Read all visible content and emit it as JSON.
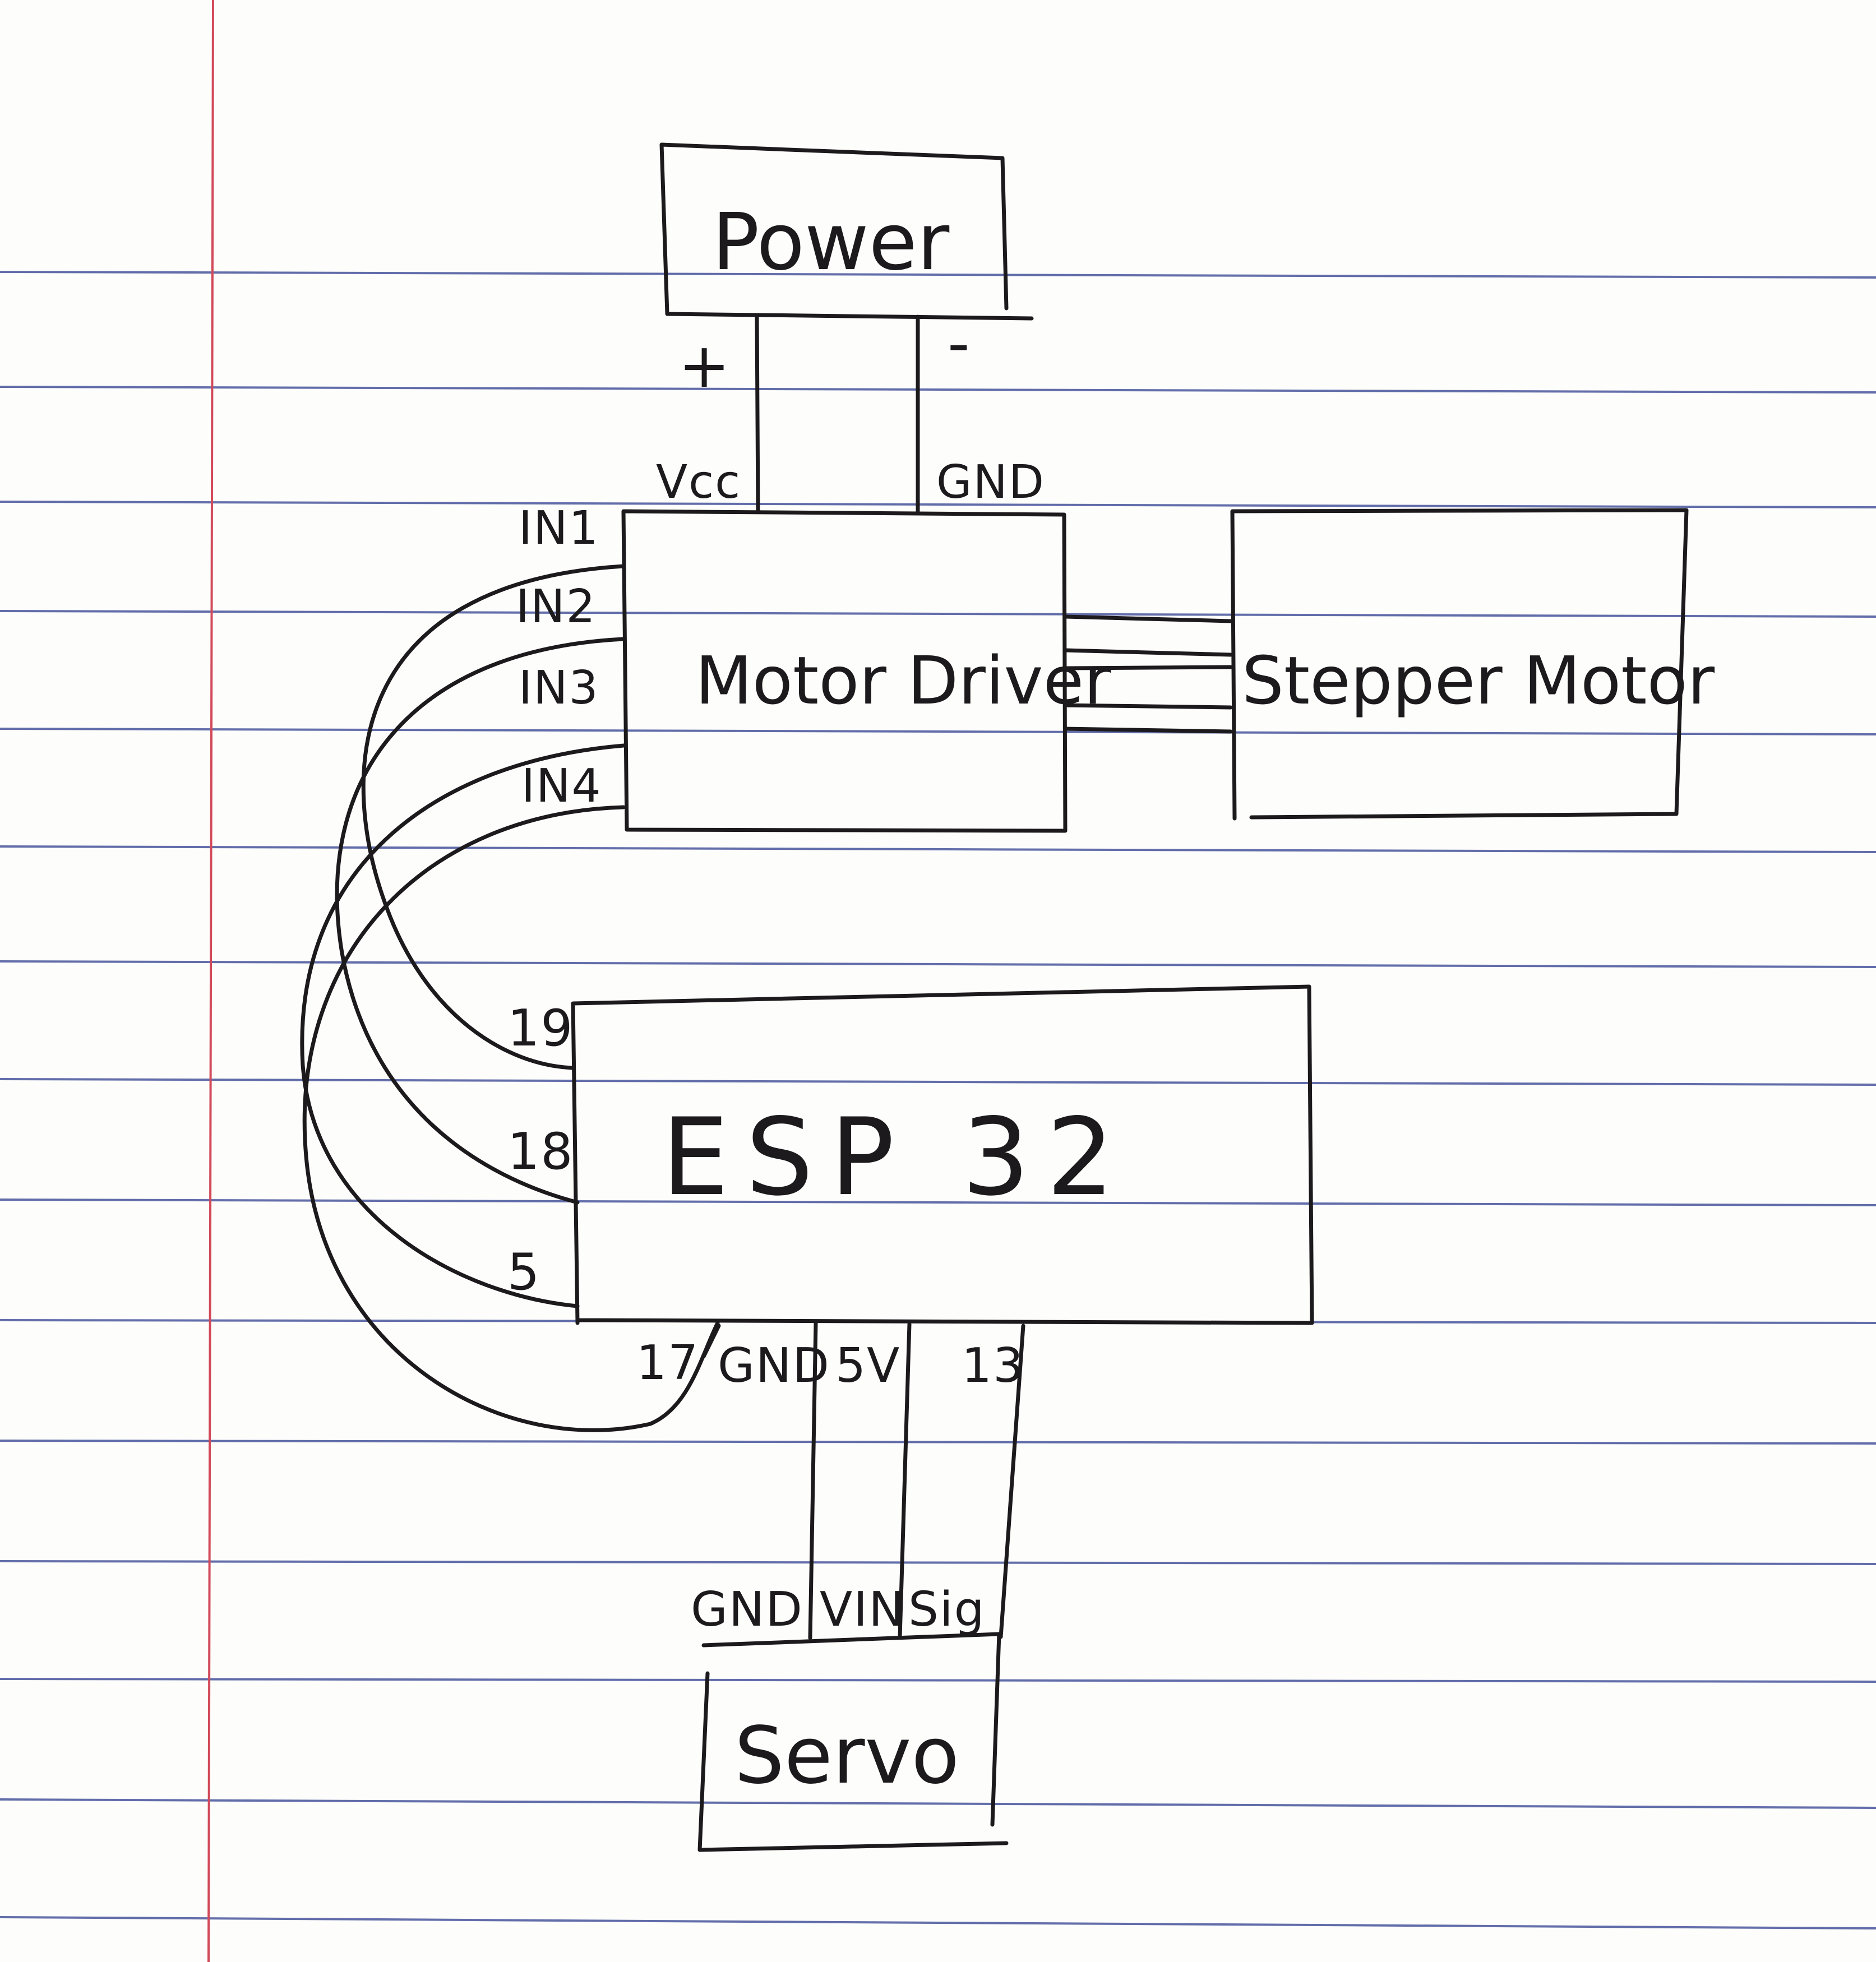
{
  "paper": {
    "ruled_line_color": "#47549c",
    "margin_line_color": "#d24a5a",
    "ink_color": "#1c1a1c"
  },
  "blocks": {
    "power": "Power",
    "motor_driver": "Motor Driver",
    "stepper_motor": "Stepper Motor",
    "esp32": "ESP 32",
    "servo": "Servo"
  },
  "power_terminals": {
    "plus": "+",
    "minus": "-"
  },
  "driver_pins": {
    "vcc": "Vcc",
    "gnd": "GND",
    "in1": "IN1",
    "in2": "IN2",
    "in3": "IN3",
    "in4": "IN4"
  },
  "esp_pins": {
    "p19": "19",
    "p18": "18",
    "p5": "5",
    "p17": "17",
    "gnd": "GND",
    "v5": "5V",
    "p13": "13"
  },
  "servo_pins": {
    "gnd": "GND",
    "vin": "VIN",
    "sig": "Sig"
  }
}
